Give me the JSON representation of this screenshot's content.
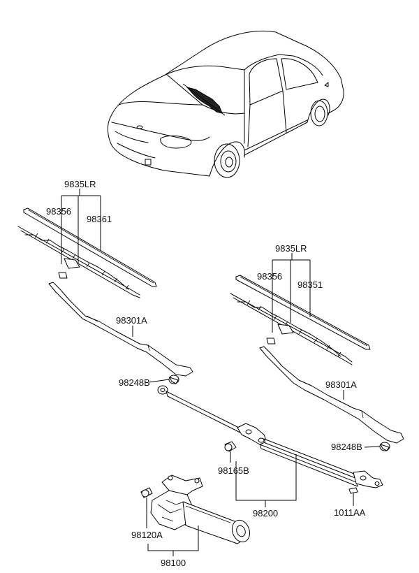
{
  "labels": {
    "refill_set_left": "9835LR",
    "refill_left": "98356",
    "blade_left": "98361",
    "arm_left": "98301A",
    "cap_left": "98248B",
    "refill_set_right": "9835LR",
    "refill_right": "98356",
    "blade_right": "98351",
    "arm_right": "98301A",
    "cap_right": "98248B",
    "pivot_bushing": "98165B",
    "linkage": "98200",
    "bolt": "1011AA",
    "motor_cap": "98120A",
    "motor": "98100"
  }
}
